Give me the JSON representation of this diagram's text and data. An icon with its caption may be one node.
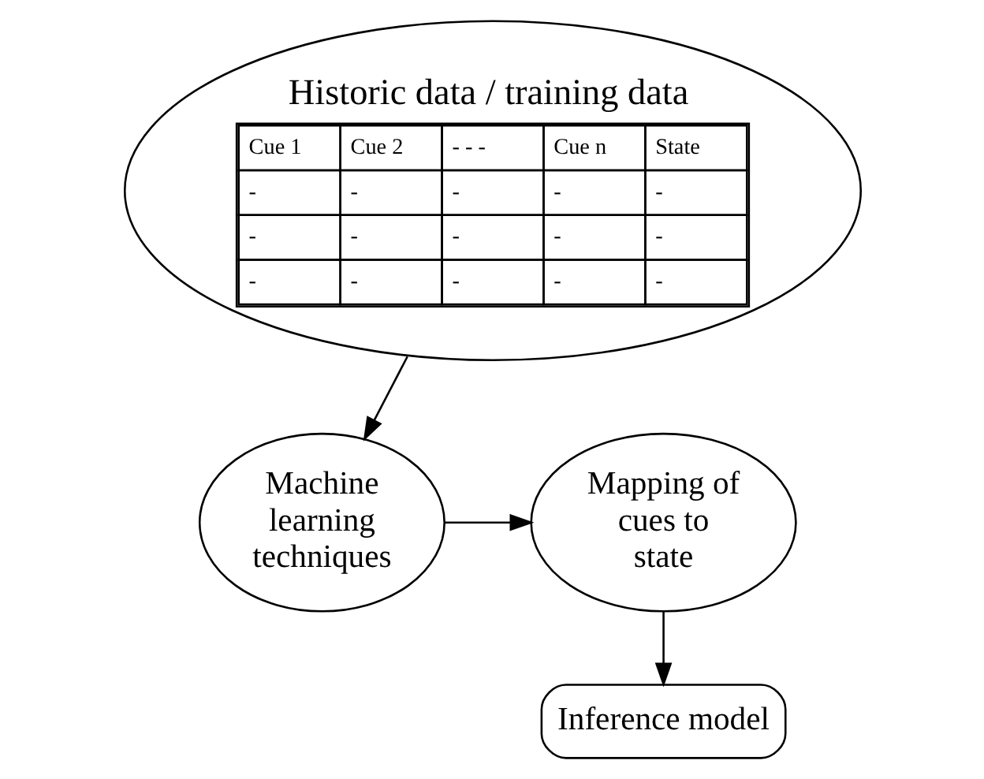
{
  "diagram": {
    "nodes": [
      {
        "text": [
          "Historic data / training data"
        ]
      },
      {
        "text": [
          "Machine learning techniques"
        ]
      },
      {
        "text": [
          "Mapping of cues to state"
        ]
      },
      {
        "text": [
          "Inference model"
        ]
      }
    ],
    "edges": [
      {
        "from": 0,
        "to": 1,
        "arrow": "to"
      },
      {
        "from": 1,
        "to": 2,
        "arrow": "to"
      },
      {
        "from": 2,
        "to": 3,
        "arrow": "to"
      }
    ],
    "labels": [
      "Cue 1",
      "Cue 2",
      "- - -",
      "Cue n",
      "State",
      "-",
      "-",
      "-",
      "-",
      "-",
      "-",
      "-",
      "-",
      "-",
      "-",
      "-",
      "-",
      "-",
      "-",
      "-"
    ]
  }
}
